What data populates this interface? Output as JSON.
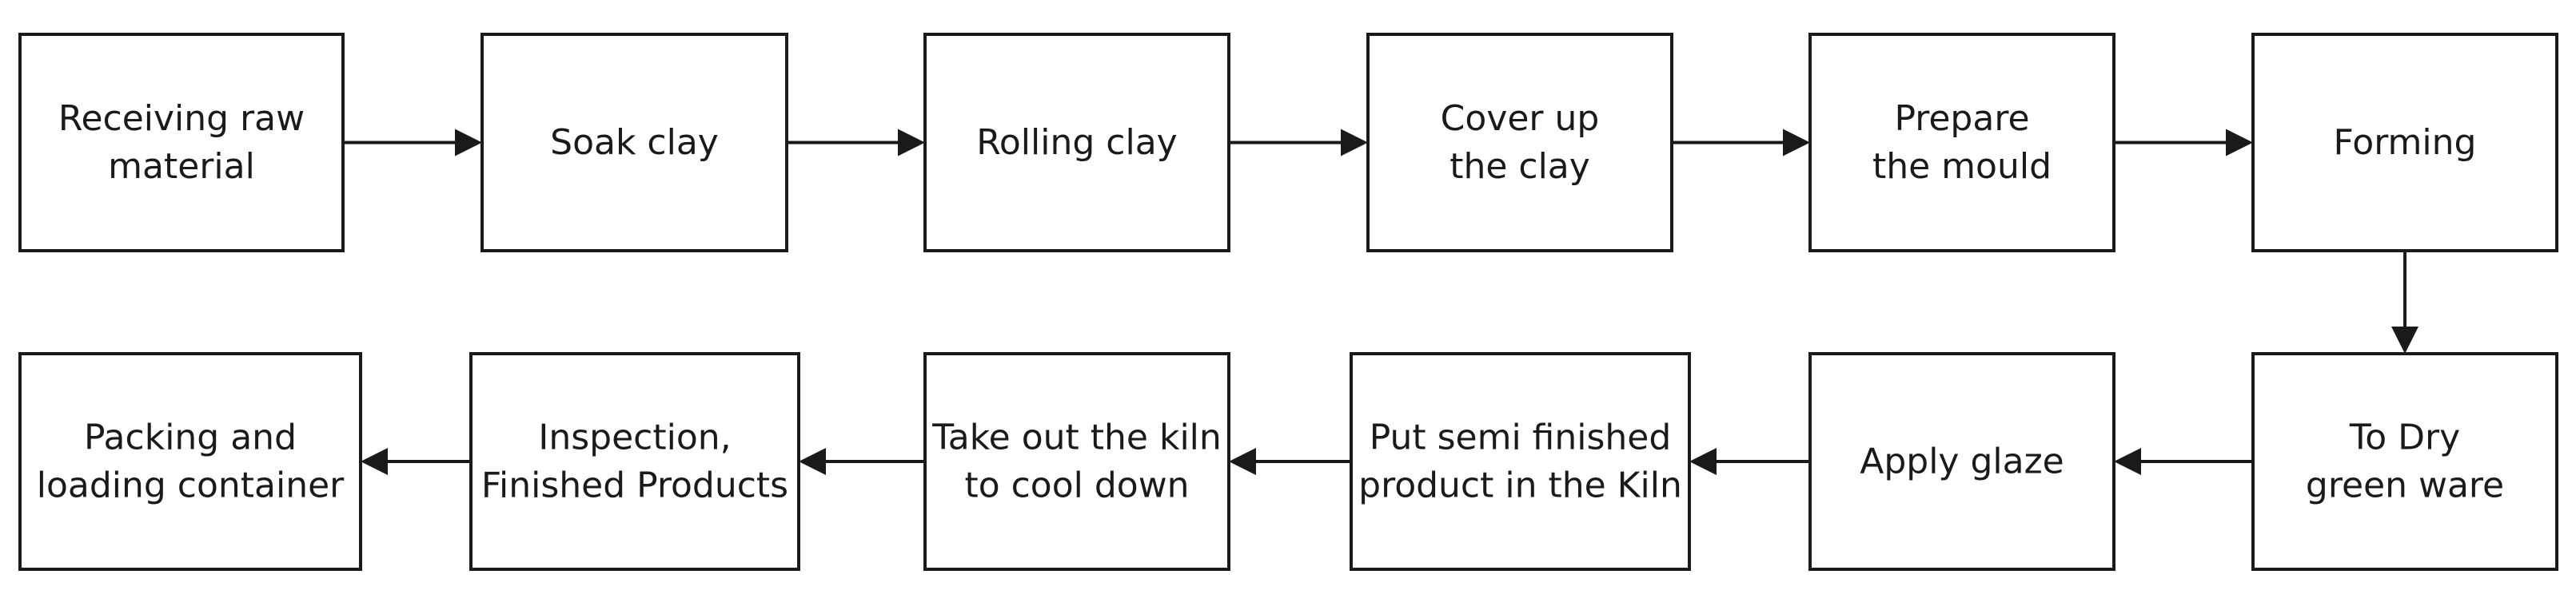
{
  "diagram": {
    "type": "process-flowchart",
    "colors": {
      "stroke": "#1a1a1a",
      "fill": "#ffffff",
      "text": "#1a1a1a"
    },
    "steps": [
      {
        "id": "receiving-raw-material",
        "lines": [
          "Receiving raw",
          "material"
        ]
      },
      {
        "id": "soak-clay",
        "lines": [
          "Soak clay"
        ]
      },
      {
        "id": "rolling-clay",
        "lines": [
          "Rolling clay"
        ]
      },
      {
        "id": "cover-up-the-clay",
        "lines": [
          "Cover up",
          "the clay"
        ]
      },
      {
        "id": "prepare-the-mould",
        "lines": [
          "Prepare",
          "the mould"
        ]
      },
      {
        "id": "forming",
        "lines": [
          "Forming"
        ]
      },
      {
        "id": "to-dry-green-ware",
        "lines": [
          "To Dry",
          "green ware"
        ]
      },
      {
        "id": "apply-glaze",
        "lines": [
          "Apply glaze"
        ]
      },
      {
        "id": "put-in-kiln",
        "lines": [
          "Put semi finished",
          "product in the Kiln"
        ]
      },
      {
        "id": "take-out-kiln",
        "lines": [
          "Take out the kiln",
          "to cool down"
        ]
      },
      {
        "id": "inspection",
        "lines": [
          "Inspection,",
          "Finished Products"
        ]
      },
      {
        "id": "packing-loading",
        "lines": [
          "Packing and",
          "loading container"
        ]
      }
    ],
    "edges": [
      {
        "from": "receiving-raw-material",
        "to": "soak-clay"
      },
      {
        "from": "soak-clay",
        "to": "rolling-clay"
      },
      {
        "from": "rolling-clay",
        "to": "cover-up-the-clay"
      },
      {
        "from": "cover-up-the-clay",
        "to": "prepare-the-mould"
      },
      {
        "from": "prepare-the-mould",
        "to": "forming"
      },
      {
        "from": "forming",
        "to": "to-dry-green-ware"
      },
      {
        "from": "to-dry-green-ware",
        "to": "apply-glaze"
      },
      {
        "from": "apply-glaze",
        "to": "put-in-kiln"
      },
      {
        "from": "put-in-kiln",
        "to": "take-out-kiln"
      },
      {
        "from": "take-out-kiln",
        "to": "inspection"
      },
      {
        "from": "inspection",
        "to": "packing-loading"
      }
    ]
  }
}
